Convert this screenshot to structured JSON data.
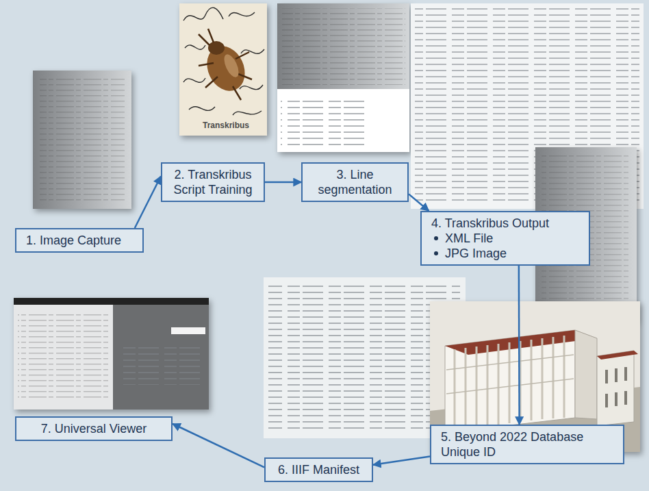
{
  "diagram": {
    "nodes": [
      {
        "text": [
          "1. Image Capture"
        ]
      },
      {
        "text": [
          "2. Transkribus Script Training"
        ]
      },
      {
        "text": [
          "3. Line segmentation"
        ]
      },
      {
        "text": [
          "4. Transkribus Output",
          "XML File",
          "JPG Image"
        ]
      },
      {
        "text": [
          "5. Beyond 2022 Database Unique ID"
        ]
      },
      {
        "text": [
          "6. IIIF Manifest"
        ]
      },
      {
        "text": [
          "7. Universal Viewer"
        ]
      }
    ],
    "edges": [
      {
        "from": 0,
        "to": 1,
        "arrow": "to"
      },
      {
        "from": 1,
        "to": 2,
        "arrow": "to"
      },
      {
        "from": 2,
        "to": 3,
        "arrow": "to"
      },
      {
        "from": 3,
        "to": 4,
        "arrow": "to"
      },
      {
        "from": 4,
        "to": 5,
        "arrow": "to"
      },
      {
        "from": 5,
        "to": 6,
        "arrow": "to"
      }
    ],
    "labels": [
      "Transkribus"
    ]
  }
}
